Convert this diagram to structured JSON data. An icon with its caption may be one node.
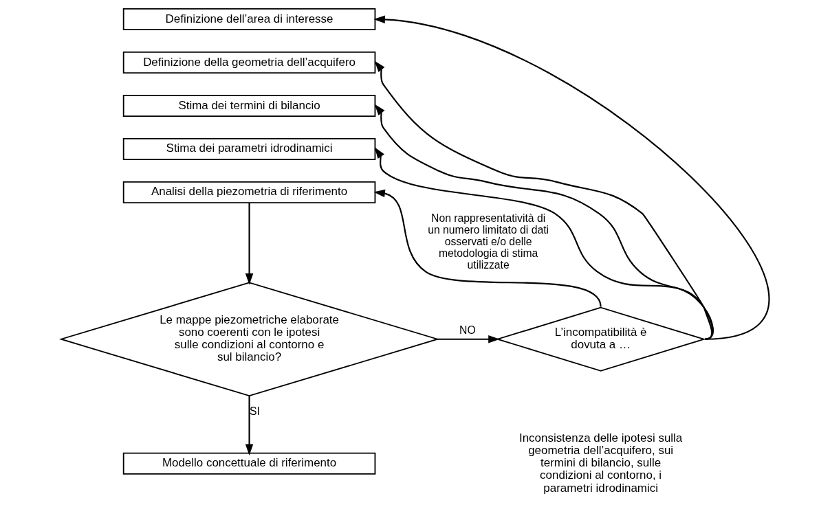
{
  "diagram": {
    "nodes": [
      {
        "text": [
          "Definizione dell’area di interesse"
        ]
      },
      {
        "text": [
          "Definizione della geometria dell’acquifero"
        ]
      },
      {
        "text": [
          "Stima dei termini di bilancio"
        ]
      },
      {
        "text": [
          "Stima dei parametri idrodinamici"
        ]
      },
      {
        "text": [
          "Analisi della piezometria di riferimento"
        ]
      },
      {
        "text": [
          "Le mappe piezometriche elaborate sono coerenti con le ipotesi sulle condizioni al contorno e sul bilancio?"
        ]
      },
      {
        "text": [
          "L’incompatibilità è dovuta a …"
        ]
      },
      {
        "text": [
          "Modello concettuale di riferimento"
        ]
      }
    ],
    "edges": [
      {
        "from": 4,
        "to": 5,
        "arrow": "to"
      },
      {
        "from": 5,
        "to": 6,
        "arrow": "to",
        "label": "NO"
      },
      {
        "from": 6,
        "to": 4,
        "arrow": "to",
        "label": "Non rappresentatività di un numero limitato di dati osservati e/o delle metodologia di stima utilizzate"
      },
      {
        "from": 6,
        "to": 3,
        "arrow": "to"
      },
      {
        "from": 6,
        "to": 2,
        "arrow": "to"
      },
      {
        "from": 6,
        "to": 1,
        "arrow": "to"
      },
      {
        "from": 6,
        "to": 0,
        "arrow": "to"
      },
      {
        "from": 5,
        "to": 7,
        "arrow": "to",
        "label": "SI"
      }
    ],
    "labels": [
      "Inconsistenza delle ipotesi sulla geometria dell’acquifero, sui termini di bilancio, sulle condizioni al contorno, i parametri idrodinamici"
    ]
  }
}
